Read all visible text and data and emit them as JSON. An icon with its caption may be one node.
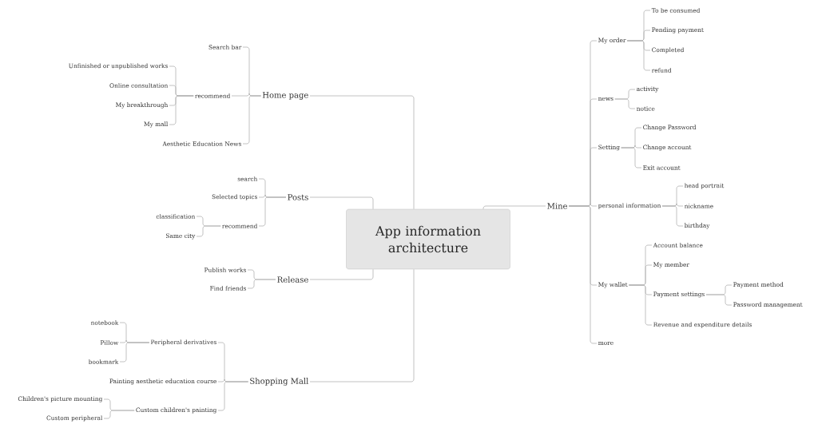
{
  "diagram": {
    "nodes": [
      {
        "text": [
          "App information architecture"
        ]
      },
      {
        "text": [
          "Home page"
        ]
      },
      {
        "text": [
          "Search bar"
        ]
      },
      {
        "text": [
          "recommend"
        ]
      },
      {
        "text": [
          "Unfinished or unpublished works"
        ]
      },
      {
        "text": [
          "Online consultation"
        ]
      },
      {
        "text": [
          "My breakthrough"
        ]
      },
      {
        "text": [
          "My mall"
        ]
      },
      {
        "text": [
          "Aesthetic Education News"
        ]
      },
      {
        "text": [
          "Posts"
        ]
      },
      {
        "text": [
          "search"
        ]
      },
      {
        "text": [
          "Selected topics"
        ]
      },
      {
        "text": [
          "recommend"
        ]
      },
      {
        "text": [
          "classification"
        ]
      },
      {
        "text": [
          "Same city"
        ]
      },
      {
        "text": [
          "Release"
        ]
      },
      {
        "text": [
          "Publish works"
        ]
      },
      {
        "text": [
          "Find friends"
        ]
      },
      {
        "text": [
          "Shopping Mall"
        ]
      },
      {
        "text": [
          "Peripheral derivatives"
        ]
      },
      {
        "text": [
          "notebook"
        ]
      },
      {
        "text": [
          "Pillow"
        ]
      },
      {
        "text": [
          "bookmark"
        ]
      },
      {
        "text": [
          "Painting aesthetic education course"
        ]
      },
      {
        "text": [
          "Custom children's painting"
        ]
      },
      {
        "text": [
          "Children's picture mounting"
        ]
      },
      {
        "text": [
          "Custom peripheral"
        ]
      },
      {
        "text": [
          "Mine"
        ]
      },
      {
        "text": [
          "My order"
        ]
      },
      {
        "text": [
          "To be consumed"
        ]
      },
      {
        "text": [
          "Pending payment"
        ]
      },
      {
        "text": [
          "Completed"
        ]
      },
      {
        "text": [
          "refund"
        ]
      },
      {
        "text": [
          "news"
        ]
      },
      {
        "text": [
          "activity"
        ]
      },
      {
        "text": [
          "notice"
        ]
      },
      {
        "text": [
          "Setting"
        ]
      },
      {
        "text": [
          "Change Password"
        ]
      },
      {
        "text": [
          "Change account"
        ]
      },
      {
        "text": [
          "Exit account"
        ]
      },
      {
        "text": [
          "personal information"
        ]
      },
      {
        "text": [
          "head portrait"
        ]
      },
      {
        "text": [
          "nickname"
        ]
      },
      {
        "text": [
          "birthday"
        ]
      },
      {
        "text": [
          "My wallet"
        ]
      },
      {
        "text": [
          "Account balance"
        ]
      },
      {
        "text": [
          "My member"
        ]
      },
      {
        "text": [
          "Payment settings"
        ]
      },
      {
        "text": [
          "Payment method"
        ]
      },
      {
        "text": [
          "Password management"
        ]
      },
      {
        "text": [
          "Revenue and expenditure details"
        ]
      },
      {
        "text": [
          "more"
        ]
      }
    ],
    "edges": [
      {
        "from": 0,
        "to": 1,
        "arrow": "none"
      },
      {
        "from": 1,
        "to": 2,
        "arrow": "none"
      },
      {
        "from": 1,
        "to": 3,
        "arrow": "none"
      },
      {
        "from": 3,
        "to": 4,
        "arrow": "none"
      },
      {
        "from": 3,
        "to": 5,
        "arrow": "none"
      },
      {
        "from": 3,
        "to": 6,
        "arrow": "none"
      },
      {
        "from": 3,
        "to": 7,
        "arrow": "none"
      },
      {
        "from": 1,
        "to": 8,
        "arrow": "none"
      },
      {
        "from": 0,
        "to": 9,
        "arrow": "none"
      },
      {
        "from": 9,
        "to": 10,
        "arrow": "none"
      },
      {
        "from": 9,
        "to": 11,
        "arrow": "none"
      },
      {
        "from": 9,
        "to": 12,
        "arrow": "none"
      },
      {
        "from": 12,
        "to": 13,
        "arrow": "none"
      },
      {
        "from": 12,
        "to": 14,
        "arrow": "none"
      },
      {
        "from": 0,
        "to": 15,
        "arrow": "none"
      },
      {
        "from": 15,
        "to": 16,
        "arrow": "none"
      },
      {
        "from": 15,
        "to": 17,
        "arrow": "none"
      },
      {
        "from": 0,
        "to": 18,
        "arrow": "none"
      },
      {
        "from": 18,
        "to": 19,
        "arrow": "none"
      },
      {
        "from": 19,
        "to": 20,
        "arrow": "none"
      },
      {
        "from": 19,
        "to": 21,
        "arrow": "none"
      },
      {
        "from": 19,
        "to": 22,
        "arrow": "none"
      },
      {
        "from": 18,
        "to": 23,
        "arrow": "none"
      },
      {
        "from": 18,
        "to": 24,
        "arrow": "none"
      },
      {
        "from": 24,
        "to": 25,
        "arrow": "none"
      },
      {
        "from": 24,
        "to": 26,
        "arrow": "none"
      },
      {
        "from": 0,
        "to": 27,
        "arrow": "none"
      },
      {
        "from": 27,
        "to": 28,
        "arrow": "none"
      },
      {
        "from": 28,
        "to": 29,
        "arrow": "none"
      },
      {
        "from": 28,
        "to": 30,
        "arrow": "none"
      },
      {
        "from": 28,
        "to": 31,
        "arrow": "none"
      },
      {
        "from": 28,
        "to": 32,
        "arrow": "none"
      },
      {
        "from": 27,
        "to": 33,
        "arrow": "none"
      },
      {
        "from": 33,
        "to": 34,
        "arrow": "none"
      },
      {
        "from": 33,
        "to": 35,
        "arrow": "none"
      },
      {
        "from": 27,
        "to": 36,
        "arrow": "none"
      },
      {
        "from": 36,
        "to": 37,
        "arrow": "none"
      },
      {
        "from": 36,
        "to": 38,
        "arrow": "none"
      },
      {
        "from": 36,
        "to": 39,
        "arrow": "none"
      },
      {
        "from": 27,
        "to": 40,
        "arrow": "none"
      },
      {
        "from": 40,
        "to": 41,
        "arrow": "none"
      },
      {
        "from": 40,
        "to": 42,
        "arrow": "none"
      },
      {
        "from": 40,
        "to": 43,
        "arrow": "none"
      },
      {
        "from": 27,
        "to": 44,
        "arrow": "none"
      },
      {
        "from": 44,
        "to": 45,
        "arrow": "none"
      },
      {
        "from": 44,
        "to": 46,
        "arrow": "none"
      },
      {
        "from": 44,
        "to": 47,
        "arrow": "none"
      },
      {
        "from": 47,
        "to": 48,
        "arrow": "none"
      },
      {
        "from": 47,
        "to": 49,
        "arrow": "none"
      },
      {
        "from": 44,
        "to": 50,
        "arrow": "none"
      },
      {
        "from": 27,
        "to": 51,
        "arrow": "none"
      }
    ]
  }
}
